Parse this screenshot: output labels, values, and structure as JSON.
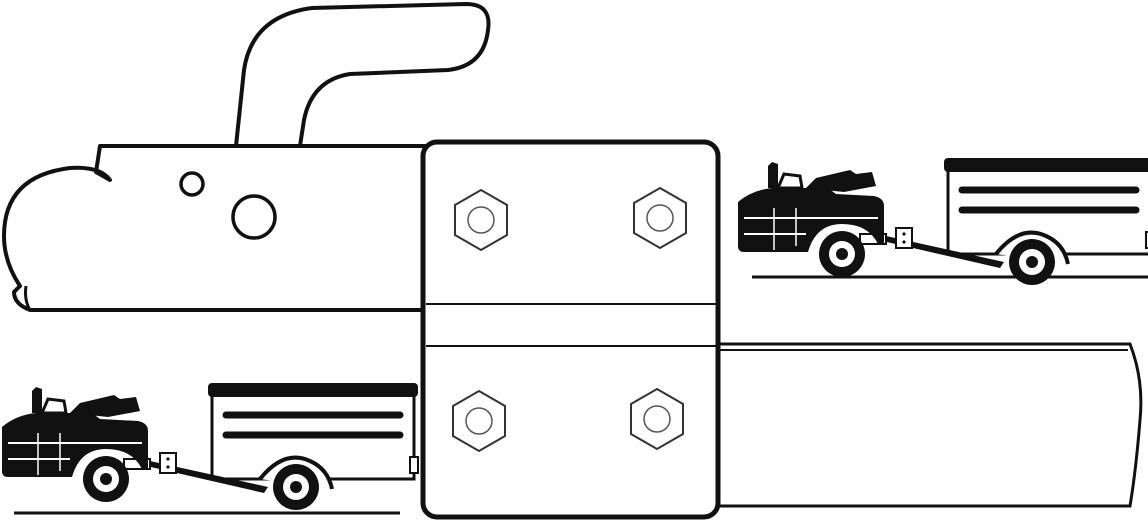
{
  "figure": {
    "background": "#ffffff",
    "ink": "#111111",
    "parts": [
      "coupler-head",
      "mounting-plate",
      "drawbar-tube",
      "car-with-trailer-upper",
      "car-with-trailer-lower"
    ],
    "bolt_count": 4
  }
}
